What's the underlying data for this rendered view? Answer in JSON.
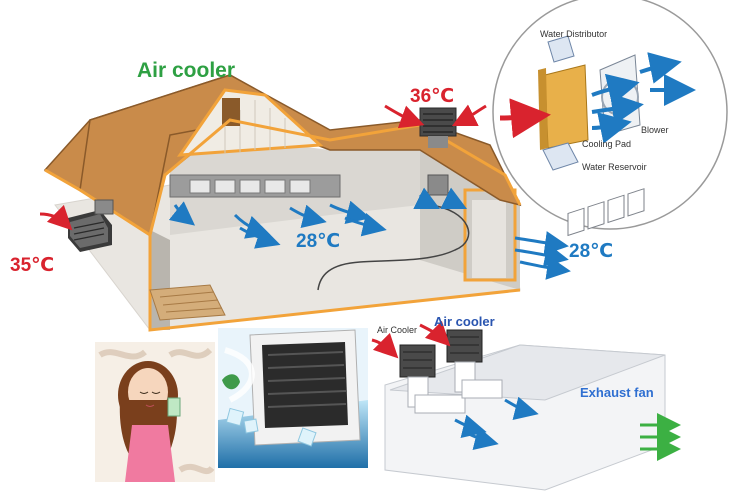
{
  "title": "Air cooler",
  "temps": {
    "outside_left": "35℃",
    "roof_intake": "36℃",
    "inside": "28℃",
    "outlet_right": "28℃"
  },
  "inset_labels": {
    "water_distributor": "Water Distributor",
    "blower": "Blower",
    "cooling_pad": "Cooling Pad",
    "water_reservoir": "Water Reservoir"
  },
  "bottom_labels": {
    "air_cooler_small": "Air Cooler",
    "air_cooler_blue": "Air cooler",
    "exhaust_fan": "Exhaust fan"
  },
  "colors": {
    "title": "#2ea043",
    "hot": "#d9232e",
    "cool": "#1f7ac2",
    "roof": "#c98b4a",
    "wall_outline": "#f2a33a"
  }
}
